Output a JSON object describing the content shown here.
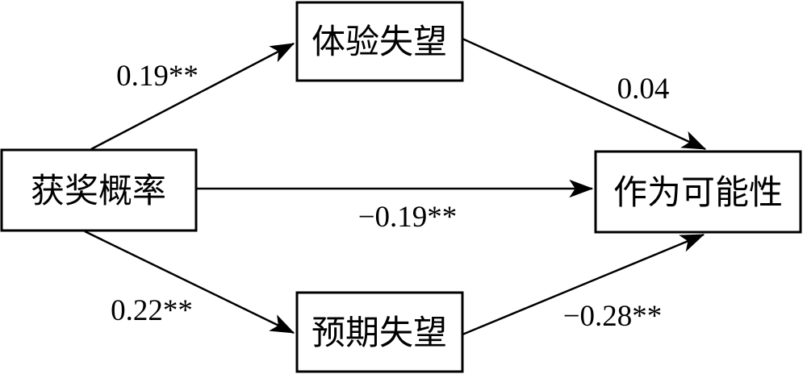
{
  "diagram": {
    "title": "mediation-path-model",
    "nodes": {
      "predictor": {
        "label": "获奖概率"
      },
      "mediator_top": {
        "label": "体验失望"
      },
      "mediator_bottom": {
        "label": "预期失望"
      },
      "outcome": {
        "label": "作为可能性"
      }
    },
    "paths": {
      "predictor_to_mediator_top": {
        "from": "获奖概率",
        "to": "体验失望",
        "coefficient": "0.19**"
      },
      "mediator_top_to_outcome": {
        "from": "体验失望",
        "to": "作为可能性",
        "coefficient": "0.04"
      },
      "predictor_to_outcome": {
        "from": "获奖概率",
        "to": "作为可能性",
        "coefficient": "−0.19**"
      },
      "predictor_to_mediator_bottom": {
        "from": "获奖概率",
        "to": "预期失望",
        "coefficient": "0.22**"
      },
      "mediator_bottom_to_outcome": {
        "from": "预期失望",
        "to": "作为可能性",
        "coefficient": "−0.28**"
      }
    },
    "colors": {
      "line": "#000000",
      "text": "#000000",
      "box_fill": "#ffffff",
      "background": "#ffffff"
    }
  }
}
